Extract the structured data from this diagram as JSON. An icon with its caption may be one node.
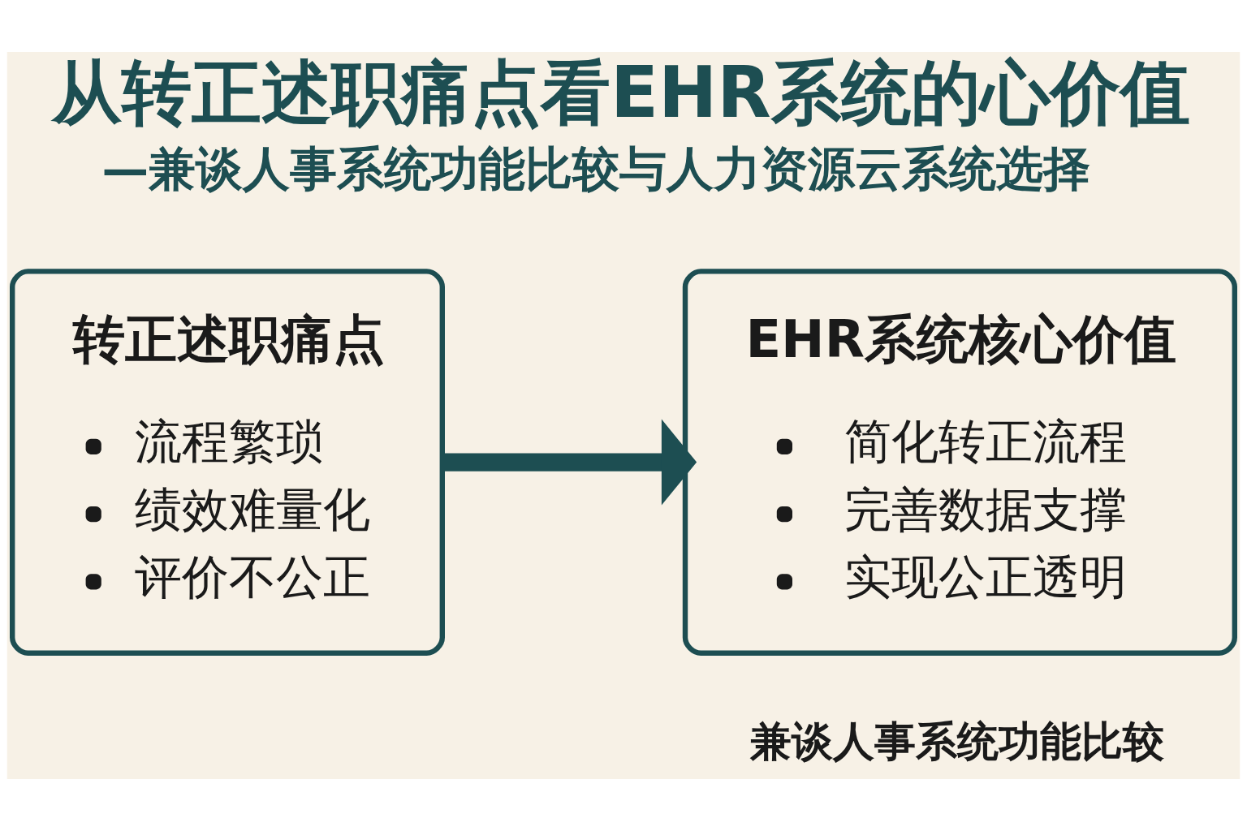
{
  "diagram": {
    "title": "从转正述职痛点看EHR系统的心价值",
    "nodes": [
      {
        "text": [
          "转正述职痛点",
          "流程繁琐",
          "绩效难量化",
          "评价不公正"
        ]
      },
      {
        "text": [
          "EHR系统核心价值",
          "简化转正流程",
          "完善数据支撑",
          "实现公正透明"
        ]
      }
    ],
    "edges": [
      {
        "from": 0,
        "to": 1,
        "arrow": "to"
      }
    ],
    "labels": [
      "—兼谈人事系统功能比较与人力资源云系统选择",
      "兼谈人事系统功能比较"
    ]
  }
}
